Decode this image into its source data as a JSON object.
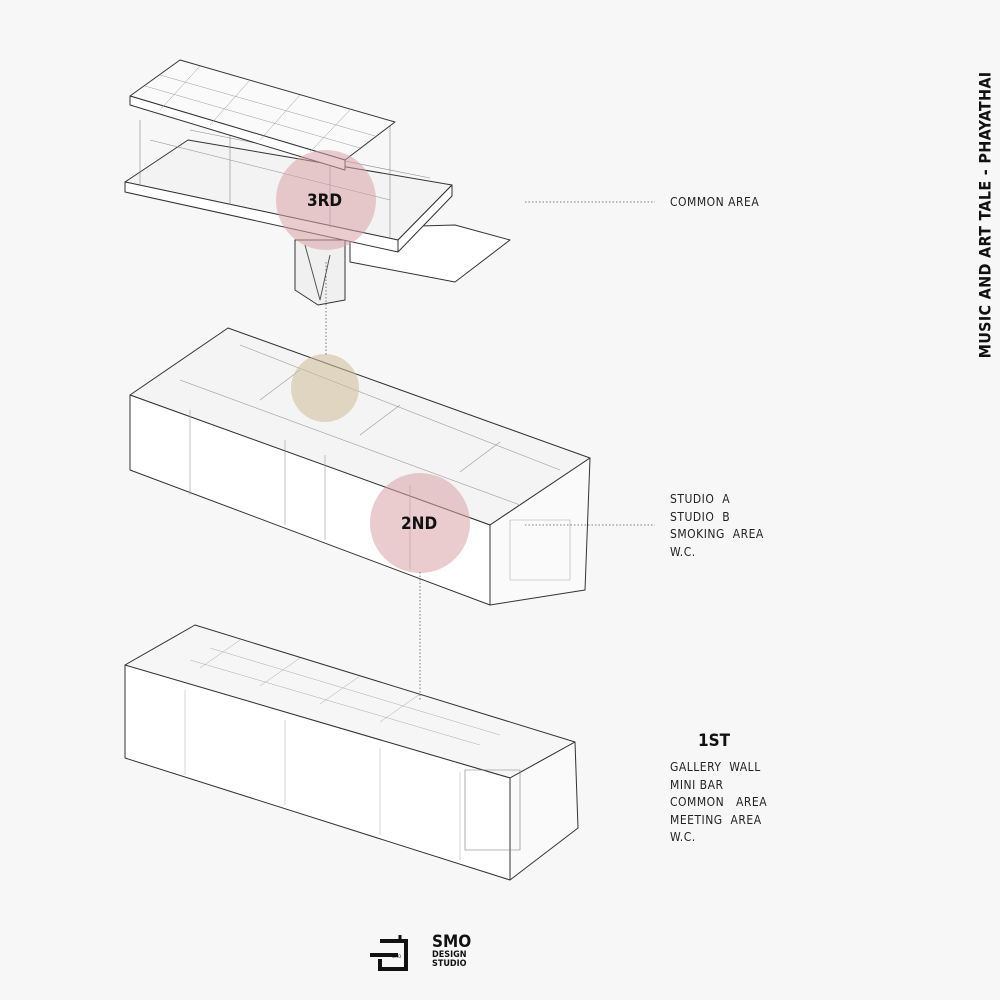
{
  "title": "MUSIC AND ART TALE   -   PHAYATHAI",
  "floors": [
    {
      "badge": "3RD",
      "heading": "",
      "areas": [
        "COMMON AREA"
      ],
      "circle_color": "#d9a3a8"
    },
    {
      "badge": "2ND",
      "heading": "",
      "areas": [
        "STUDIO  A",
        "STUDIO  B",
        "SMOKING  AREA",
        "W.C."
      ],
      "circle_color": "#d9a3a8"
    },
    {
      "badge": "",
      "heading": "1ST",
      "areas": [
        "GALLERY  WALL",
        "MINI BAR",
        "COMMON   AREA",
        "MEETING  AREA",
        "W.C."
      ]
    }
  ],
  "stair_circle_color": "#cdbb98",
  "logo": {
    "mark_text": "SMO",
    "name": "SMO",
    "sub1": "DESIGN",
    "sub2": "STUDIO"
  }
}
